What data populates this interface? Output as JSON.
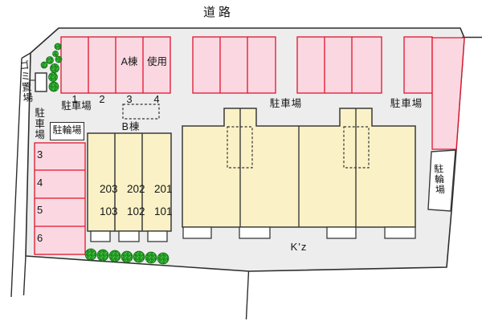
{
  "road": {
    "label": "道路"
  },
  "garbage": {
    "label": "ゴミ置場"
  },
  "top_parking": {
    "area_label": "駐車場",
    "numbers": [
      "1",
      "2",
      "3",
      "4"
    ],
    "space_notes": {
      "space3": "A棟",
      "space4": "使用"
    }
  },
  "mid_parking": {
    "left_label": "駐車場",
    "right_label": "駐車場"
  },
  "left_parking": {
    "label": "駐車場",
    "numbers": [
      "3",
      "4",
      "5",
      "6"
    ]
  },
  "bike_parking": {
    "left_label": "駐輪場",
    "right_label": "駐輪場"
  },
  "building_b": {
    "label": "B棟",
    "units": [
      {
        "upper": "203",
        "lower": "103"
      },
      {
        "upper": "202",
        "lower": "102"
      },
      {
        "upper": "201",
        "lower": "101"
      }
    ]
  },
  "main_building": {
    "label": "K'z"
  },
  "colors": {
    "site_gray": "#EDEDEE",
    "parking_pink": "#FBD8E1",
    "parking_red_border": "#E0142D",
    "building_yellow": "#FAF2C6",
    "tree_green": "#229B22",
    "line_black": "#2E2E2E"
  }
}
